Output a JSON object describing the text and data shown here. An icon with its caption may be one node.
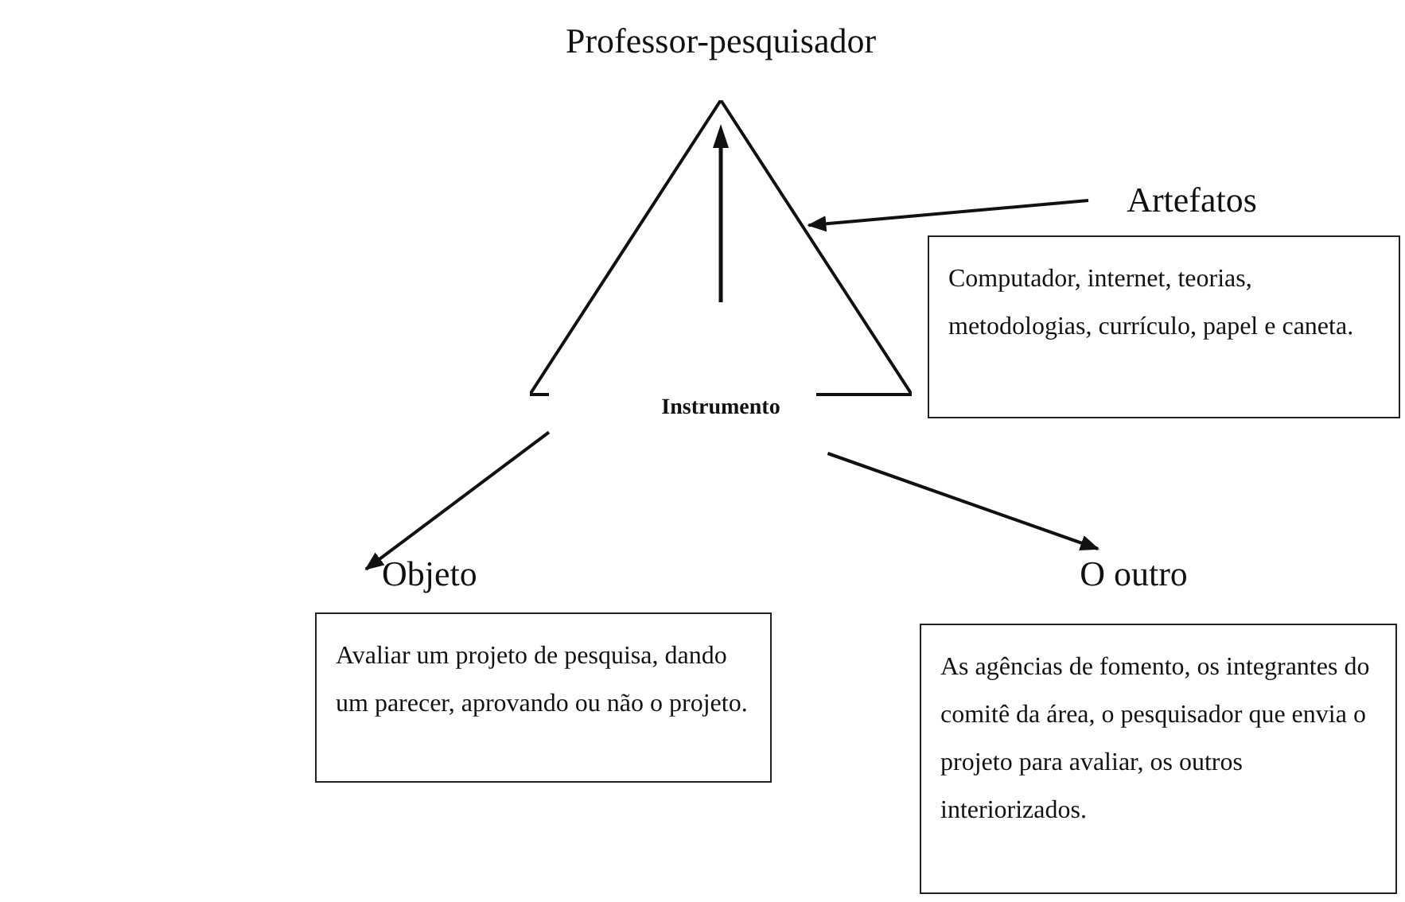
{
  "diagram": {
    "nodes": [
      {
        "text": [
          "Professor-pesquisador"
        ]
      },
      {
        "text": [
          "Instrumento"
        ]
      },
      {
        "text": [
          "Artefatos"
        ]
      },
      {
        "text": [
          "Computador, internet, teorias, metodologias, currículo, papel e caneta."
        ]
      },
      {
        "text": [
          "Objeto"
        ]
      },
      {
        "text": [
          "Avaliar um projeto de pesquisa, dando um parecer, aprovando ou não o projeto."
        ]
      },
      {
        "text": [
          "O outro"
        ]
      },
      {
        "text": [
          "As agências de fomento, os integrantes do comitê da área, o pesquisador que envia o projeto para avaliar, os outros interiorizados."
        ]
      }
    ],
    "edges": [
      {
        "from": 2,
        "to": 1,
        "arrow": "to"
      },
      {
        "from": 1,
        "to": 4,
        "arrow": "to"
      },
      {
        "from": 1,
        "to": 6,
        "arrow": "to"
      }
    ]
  }
}
